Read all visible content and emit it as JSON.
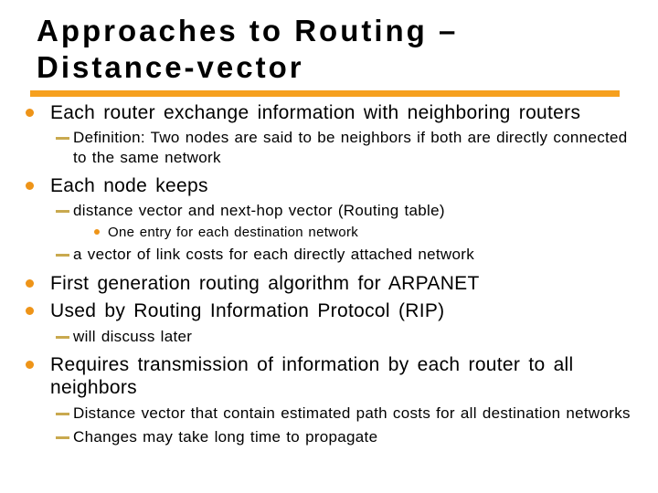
{
  "slide": {
    "title_line1": "Approaches to Routing –",
    "title_line2": "Distance-vector",
    "colors": {
      "accent_bar": "#F6A01E",
      "bullet_dot": "#EE9418",
      "dash": "#C9A94F",
      "title_text": "#000000",
      "body_text": "#000000",
      "background": "#FFFFFF"
    },
    "bullets": [
      {
        "level": 1,
        "text": "Each router exchange information with neighboring routers"
      },
      {
        "level": 2,
        "text": "Definition: Two nodes are said to be neighbors if both are directly connected to the same network"
      },
      {
        "level": 1,
        "text": "Each node keeps"
      },
      {
        "level": 2,
        "text": "distance vector and next-hop vector (Routing table)"
      },
      {
        "level": 3,
        "text": "One entry for each destination network"
      },
      {
        "level": 2,
        "text": "a vector of link costs for each directly attached network"
      },
      {
        "level": 1,
        "text": "First generation routing algorithm for ARPANET"
      },
      {
        "level": 1,
        "text": "Used by Routing Information Protocol (RIP)"
      },
      {
        "level": 2,
        "text": "will discuss later"
      },
      {
        "level": 1,
        "text": "Requires transmission of information by each router to all neighbors"
      },
      {
        "level": 2,
        "text": "Distance vector that contain estimated path costs for all destination networks"
      },
      {
        "level": 2,
        "text": "Changes may take long time to propagate"
      }
    ]
  }
}
